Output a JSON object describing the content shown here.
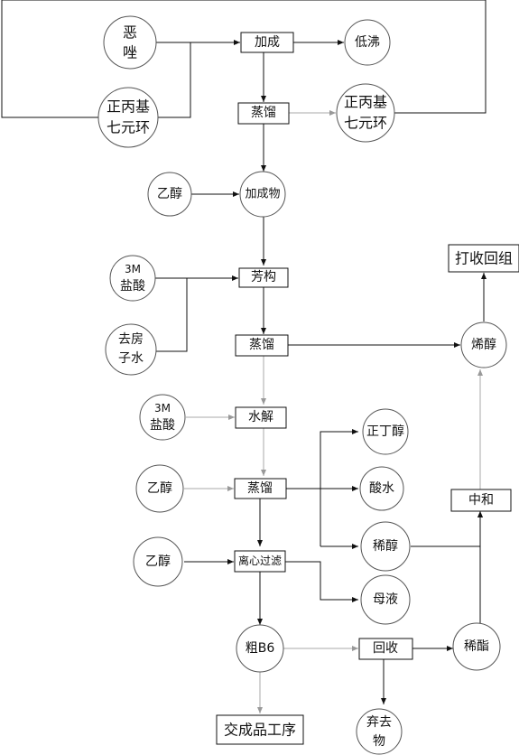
{
  "nodes": {
    "oxazole": [
      "恶",
      "唑"
    ],
    "propyl_ring_left": [
      "正丙基",
      "七元环"
    ],
    "addition": "加成",
    "low_boiling": "低沸",
    "distill_1": "蒸馏",
    "propyl_ring_right": [
      "正丙基",
      "七元环"
    ],
    "ethanol_1": "乙醇",
    "adduct": "加成物",
    "hcl_1": [
      "3M",
      "盐酸"
    ],
    "aromatize": "芳构",
    "deionized_water": [
      "去房",
      "子水"
    ],
    "distill_2": "蒸馏",
    "dilute_alcohol_top": "烯醇",
    "pack_recover": "打收回组",
    "hcl_2": [
      "3M",
      "盐酸"
    ],
    "hydrolysis": "水解",
    "n_butanol": "正丁醇",
    "ethanol_2": "乙醇",
    "distill_3": "蒸馏",
    "acid_water": "酸水",
    "neutralize": "中和",
    "dilute_alcohol": "稀醇",
    "ethanol_3": "乙醇",
    "centrifuge": "离心过滤",
    "mother_liquor": "母液",
    "crude_b6": "粗B6",
    "recovery": "回收",
    "dilute_ester": "稀酯",
    "to_finished": "交成品工序",
    "waste": [
      "弃去",
      "物"
    ]
  }
}
